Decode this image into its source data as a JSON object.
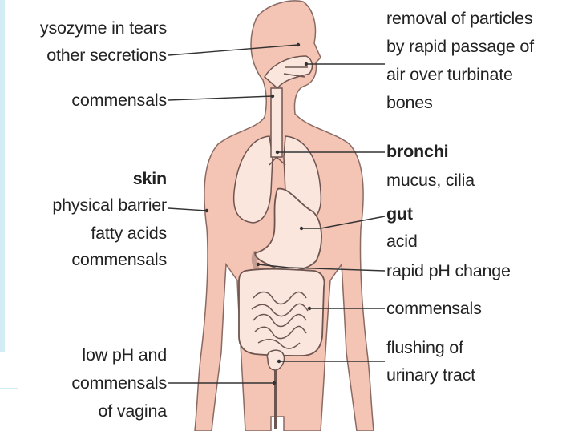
{
  "colors": {
    "body_fill": "#f4c4b4",
    "body_outline": "#8a6a62",
    "organ_fill": "#fbe6de",
    "organ_outline": "#6e5550",
    "leader_line": "#333333",
    "edge_strip": "#d2ecf3",
    "label_text": "#222222"
  },
  "labels": {
    "lysozyme_line1": "ysozyme in tears",
    "lysozyme_line2": "other secretions",
    "commensals_throat": "commensals",
    "skin_title": "skin",
    "skin_line1": "physical barrier",
    "skin_line2": "fatty acids",
    "skin_line3": "commensals",
    "vagina_line1": "low pH and",
    "vagina_line2": "commensals",
    "vagina_line3": "of vagina",
    "nose_line1": "removal of particles",
    "nose_line2": "by rapid passage of",
    "nose_line3": "air over turbinate",
    "nose_line4": "bones",
    "bronchi_title": "bronchi",
    "bronchi_line": "mucus, cilia",
    "gut_title": "gut",
    "gut_line": "acid",
    "ph_line": "rapid pH change",
    "commensals_intestine": "commensals",
    "urinary_line1": "flushing of",
    "urinary_line2": "urinary tract"
  },
  "icons": [
    "body-silhouette",
    "lungs-icon",
    "stomach-icon",
    "intestine-icon",
    "bladder-icon"
  ]
}
